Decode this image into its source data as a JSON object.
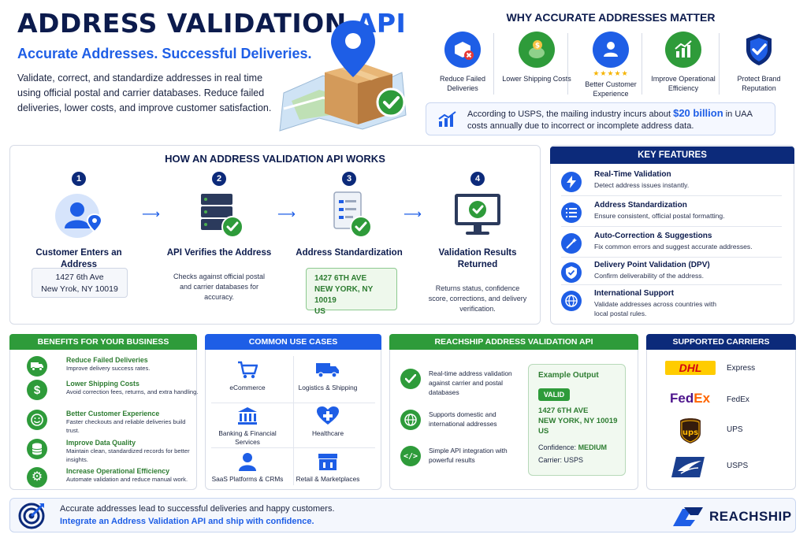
{
  "header": {
    "title_main": "ADDRESS VALIDATION",
    "title_accent": "API",
    "subtitle": "Accurate Addresses. Successful Deliveries.",
    "intro": "Validate, correct, and standardize addresses in real time using official postal and carrier databases. Reduce failed deliveries, lower costs, and improve customer satisfaction."
  },
  "why": {
    "title": "WHY ACCURATE ADDRESSES MATTER",
    "items": [
      {
        "label": "Reduce Failed Deliveries",
        "icon": "failed-delivery-icon"
      },
      {
        "label": "Lower Shipping Costs",
        "icon": "piggy-bank-icon"
      },
      {
        "label": "Better Customer Experience",
        "icon": "customer-stars-icon"
      },
      {
        "label": "Improve Operational Efficiency",
        "icon": "growth-chart-icon"
      },
      {
        "label": "Protect Brand Reputation",
        "icon": "shield-check-icon"
      }
    ],
    "stat_prefix": "According to USPS, the mailing industry incurs about",
    "stat_value": "$20 billion",
    "stat_suffix": "in UAA costs annually due to incorrect or incomplete address data."
  },
  "how": {
    "title": "HOW AN ADDRESS VALIDATION API WORKS",
    "steps": [
      {
        "num": "1",
        "title": "Customer Enters an Address",
        "box_line1": "1427 6th Ave",
        "box_line2": "New Yrok, NY 10019"
      },
      {
        "num": "2",
        "title": "API Verifies the Address",
        "desc": "Checks against official postal and carrier databases for accuracy."
      },
      {
        "num": "3",
        "title": "Address Standardization",
        "box_line1": "1427 6TH AVE",
        "box_line2": "NEW YORK, NY 10019",
        "box_line3": "US"
      },
      {
        "num": "4",
        "title": "Validation Results Returned",
        "desc": "Returns status, confidence score, corrections, and delivery verification."
      }
    ]
  },
  "features": {
    "title": "KEY FEATURES",
    "items": [
      {
        "title": "Real-Time Validation",
        "desc": "Detect address issues instantly."
      },
      {
        "title": "Address Standardization",
        "desc": "Ensure consistent, official postal formatting."
      },
      {
        "title": "Auto-Correction & Suggestions",
        "desc": "Fix common errors and suggest accurate addresses."
      },
      {
        "title": "Delivery Point Validation (DPV)",
        "desc": "Confirm deliverability of the address."
      },
      {
        "title": "International Support",
        "desc": "Validate addresses across countries with local postal rules."
      }
    ]
  },
  "benefits": {
    "title": "BENEFITS FOR YOUR BUSINESS",
    "items": [
      {
        "title": "Reduce Failed Deliveries",
        "desc": "Improve delivery success rates."
      },
      {
        "title": "Lower Shipping Costs",
        "desc": "Avoid correction fees, returns, and extra handling."
      },
      {
        "title": "Better Customer Experience",
        "desc": "Faster checkouts and reliable deliveries build trust."
      },
      {
        "title": "Improve Data Quality",
        "desc": "Maintain clean, standardized records for better insights."
      },
      {
        "title": "Increase Operational Efficiency",
        "desc": "Automate validation and reduce manual work."
      }
    ]
  },
  "use_cases": {
    "title": "COMMON USE CASES",
    "items": [
      {
        "label": "eCommerce"
      },
      {
        "label": "Logistics & Shipping"
      },
      {
        "label": "Banking & Financial Services"
      },
      {
        "label": "Healthcare"
      },
      {
        "label": "SaaS Platforms & CRMs"
      },
      {
        "label": "Retail & Marketplaces"
      }
    ]
  },
  "reachship": {
    "title": "REACHSHIP ADDRESS VALIDATION API",
    "items": [
      {
        "desc": "Real-time address validation against carrier and postal databases"
      },
      {
        "desc": "Supports domestic and international addresses"
      },
      {
        "desc": "Simple API integration with powerful results"
      }
    ],
    "example": {
      "title": "Example Output",
      "status": "VALID",
      "line1": "1427 6TH AVE",
      "line2": "NEW YORK, NY 10019",
      "line3": "US",
      "confidence_label": "Confidence:",
      "confidence_value": "MEDIUM",
      "carrier_label": "Carrier:",
      "carrier_value": "USPS"
    }
  },
  "carriers": {
    "title": "SUPPORTED CARRIERS",
    "items": [
      {
        "logo": "DHL",
        "name": "Express"
      },
      {
        "logo": "FedEx",
        "name": "FedEx"
      },
      {
        "logo": "ups",
        "name": "UPS"
      },
      {
        "logo": "usps-eagle",
        "name": "USPS"
      }
    ]
  },
  "footer": {
    "line1": "Accurate addresses lead to successful deliveries and happy customers.",
    "line2": "Integrate an Address Validation API and ship with confidence.",
    "brand": "REACHSHIP"
  },
  "colors": {
    "navy": "#0c1b4d",
    "blue": "#1e5ee6",
    "green": "#2e9b3a",
    "dark_blue_header": "#0c2a7a"
  }
}
